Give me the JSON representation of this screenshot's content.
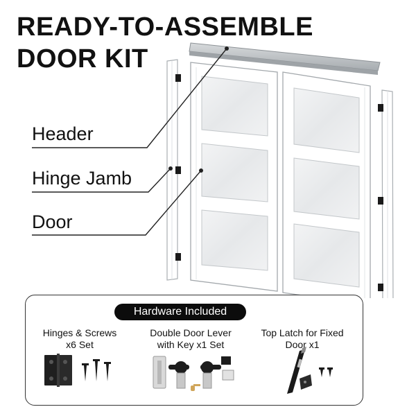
{
  "title": {
    "line1": "READY-TO-ASSEMBLE",
    "line2": "DOOR KIT"
  },
  "callouts": [
    {
      "label": "Header"
    },
    {
      "label": "Hinge Jamb"
    },
    {
      "label": "Door"
    }
  ],
  "hardware": {
    "badge": "Hardware Included",
    "items": [
      {
        "line1": "Hinges & Screws",
        "line2": "x6 Set"
      },
      {
        "line1": "Double Door Lever",
        "line2": "with Key x1 Set"
      },
      {
        "line1": "Top Latch for Fixed",
        "line2": "Door x1"
      }
    ]
  },
  "colors": {
    "door_white": "#ffffff",
    "glass": "#e9ebec",
    "outline": "#9aa0a6",
    "hardware_black": "#1a1a1a",
    "badge_bg": "#0c0c0c"
  }
}
